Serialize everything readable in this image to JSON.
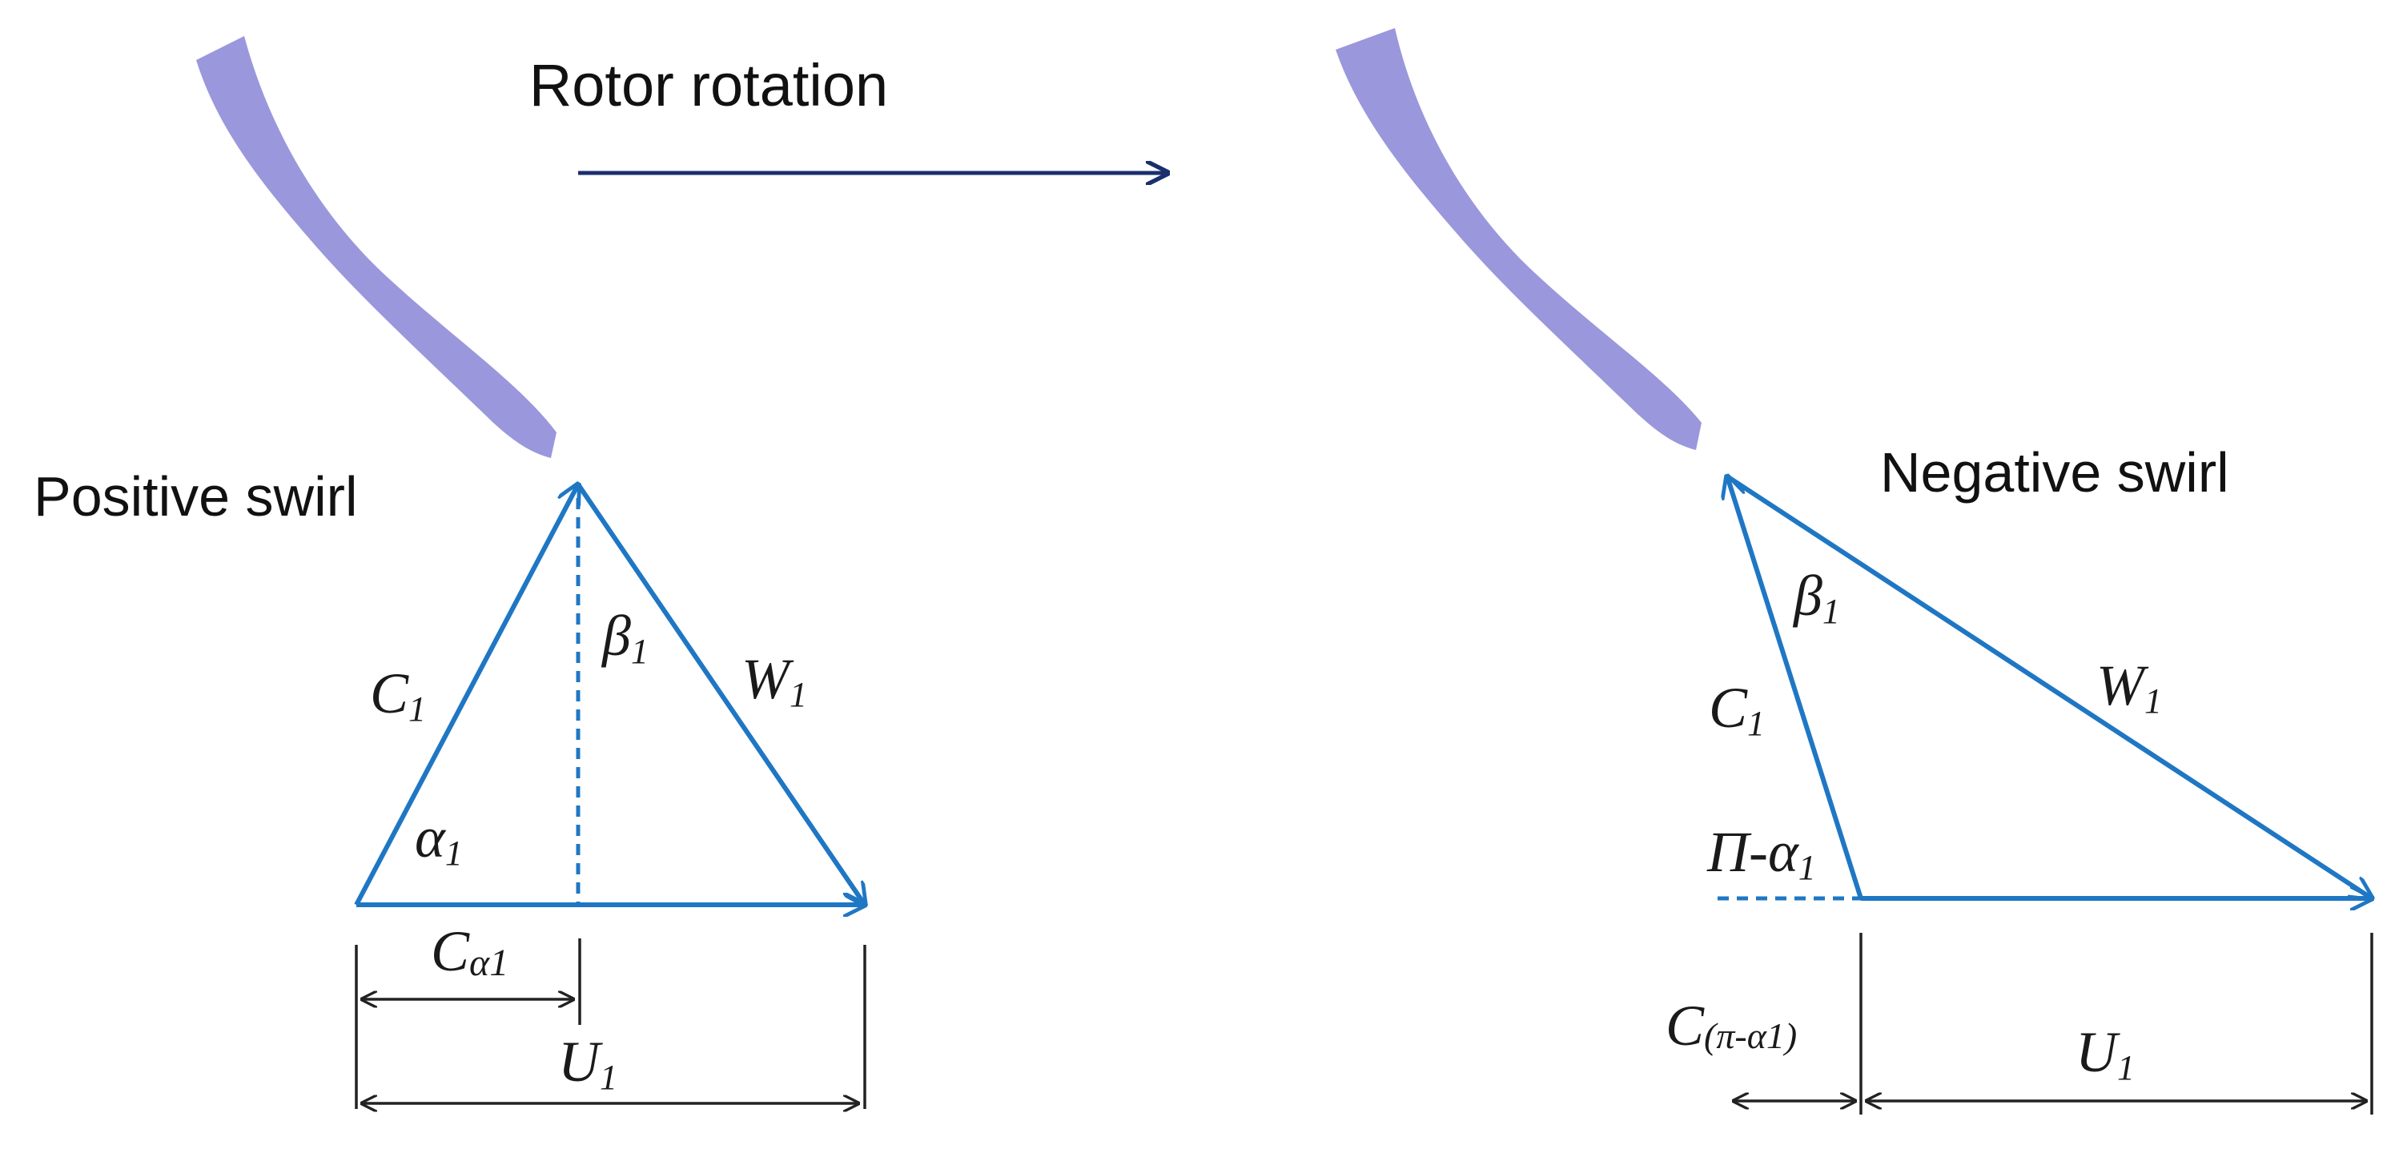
{
  "rotor_label": "Rotor rotation",
  "colors": {
    "blade": "#9b97dc",
    "vector": "#1f77c4",
    "rotor_arrow": "#1b2f6e",
    "dimension": "#222222"
  },
  "left": {
    "title": "Positive swirl",
    "c_main": "C",
    "c_sub": "1",
    "w_main": "W",
    "w_sub": "1",
    "beta_main": "β",
    "beta_sub": "1",
    "alpha_main": "α",
    "alpha_sub": "1",
    "calpha_main": "C",
    "calpha_sub": "α1",
    "u_main": "U",
    "u_sub": "1"
  },
  "right": {
    "title": "Negative swirl",
    "c_main": "C",
    "c_sub": "1",
    "w_main": "W",
    "w_sub": "1",
    "beta_main": "β",
    "beta_sub": "1",
    "pi_alpha_main": "Π-α",
    "pi_alpha_sub": "1",
    "cpi_main": "C",
    "cpi_sub": "(π-α1)",
    "u_main": "U",
    "u_sub": "1"
  }
}
